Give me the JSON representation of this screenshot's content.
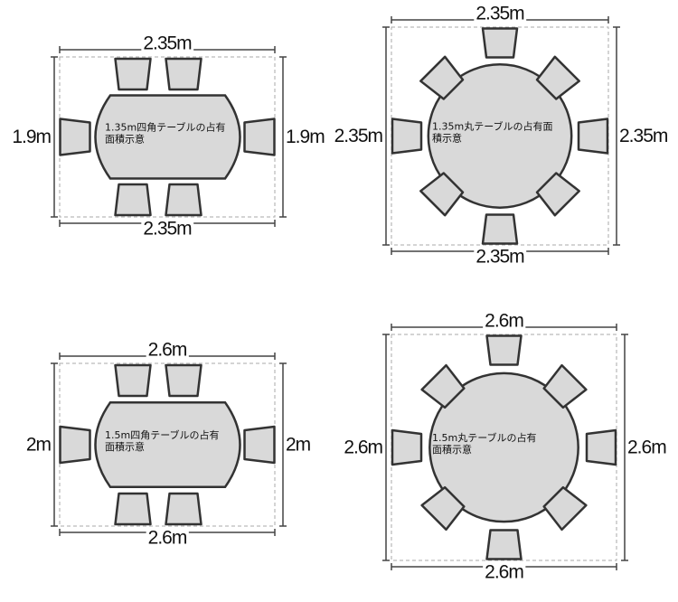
{
  "panels": [
    {
      "id": "rect-135",
      "shape": "rect",
      "seats": 6,
      "top": "2.35m",
      "bottom": "2.35m",
      "left": "1.9m",
      "right": "1.9m",
      "caption": [
        "1.35m四角テーブルの占有",
        "面積示意"
      ]
    },
    {
      "id": "round-135",
      "shape": "round",
      "seats": 8,
      "top": "2.35m",
      "bottom": "2.35m",
      "left": "2.35m",
      "right": "2.35m",
      "caption": [
        "1.35m丸テーブルの占有面",
        "積示意"
      ]
    },
    {
      "id": "rect-150",
      "shape": "rect",
      "seats": 6,
      "top": "2.6m",
      "bottom": "2.6m",
      "left": "2m",
      "right": "2m",
      "caption": [
        "1.5m四角テーブルの占有",
        "面積示意"
      ]
    },
    {
      "id": "round-150",
      "shape": "round",
      "seats": 8,
      "top": "2.6m",
      "bottom": "2.6m",
      "left": "2.6m",
      "right": "2.6m",
      "caption": [
        "1.5m丸テーブルの占有",
        "面積示意"
      ]
    }
  ],
  "colors": {
    "fill": "#d9d9d9",
    "stroke": "#333333",
    "dash": "#aaaaaa"
  }
}
